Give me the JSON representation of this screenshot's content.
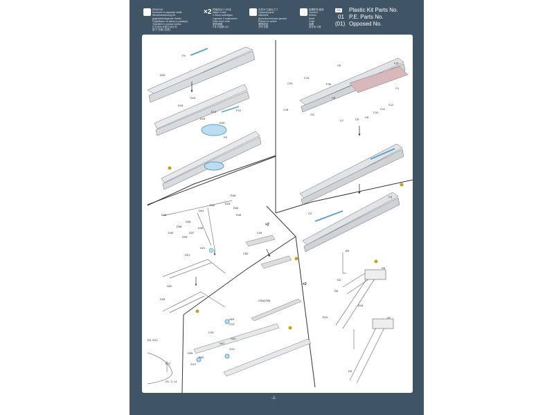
{
  "header": {
    "notices": [
      {
        "icon": "cut-icon",
        "lines": [
          "REMOVE",
          "Remove! to separate while",
          "Wiederabsetzung für gegenüberliegende Seiten",
          "Подобрать по цвету и размеру",
          "Transferir e colocar juntos",
          "打ち合わせ貼り合わせ",
          "剪下 分离 (注意)"
        ]
      },
      {
        "icon": "x2-icon",
        "label": "×2",
        "lines": [
          "同部品を2つ作る",
          "Make 2 sets",
          "2 Stück anfertigen",
          "Сделать 2 комплекта",
          "Faire deux sets",
          "制作两套",
          "2개 조립합니다"
        ]
      },
      {
        "icon": "optional-icon",
        "lines": [
          "お好みで組み立て",
          "Optional parts",
          "Wahlteile",
          "Дополнительные детали",
          "Pièces en option",
          "選択部品",
          "선택 부품"
        ]
      },
      {
        "icon": "glue-icon",
        "lines": [
          "接着剤を使用",
          "Cement",
          "Kleben",
          "Клей",
          "Colle",
          "接着",
          "접착제 사용"
        ]
      }
    ],
    "legend": {
      "badge": "A1",
      "title": "Plastic Kit Parts No.",
      "pe_code": "01",
      "pe_label": "P.E. Parts No.",
      "opp_code": "(01)",
      "opp_label": "Opposed No."
    }
  },
  "parts": {
    "s1": [
      "F9",
      "D20",
      "D15",
      "D15",
      "D14",
      "F10",
      "D15",
      "D34",
      "F8"
    ],
    "s2": [
      "C6",
      "F37",
      "C19",
      "C20",
      "F36",
      "C1",
      "C5",
      "C18",
      "C12",
      "C11",
      "C4",
      "C10",
      "C8",
      "C7",
      "C9",
      "C2",
      "C3"
    ],
    "s3": [
      "D46",
      "D42",
      "D43",
      "D41",
      "D25",
      "D44",
      "D36",
      "D45",
      "D38",
      "D35",
      "D40",
      "D37",
      "D39",
      "H21",
      "D21",
      "H22",
      "D33"
    ],
    "s4": [
      "×2",
      "C49",
      "C50"
    ],
    "s5": [
      "D5",
      "D8",
      "D4",
      "D6",
      "D16",
      "D10",
      "D7",
      "D9"
    ],
    "s6": [
      "×2",
      "C54(C55)",
      "H24",
      "C13",
      "C24",
      "H23",
      "D47",
      "G14",
      "H25",
      "D52",
      "G13"
    ],
    "s7": [
      "D2, D12",
      "D17",
      "D1, 3, 13"
    ]
  },
  "footer": {
    "page": "-1-"
  },
  "colors": {
    "sheet": "#3f5566",
    "accent": "#5b9fcf",
    "line": "#555555"
  }
}
